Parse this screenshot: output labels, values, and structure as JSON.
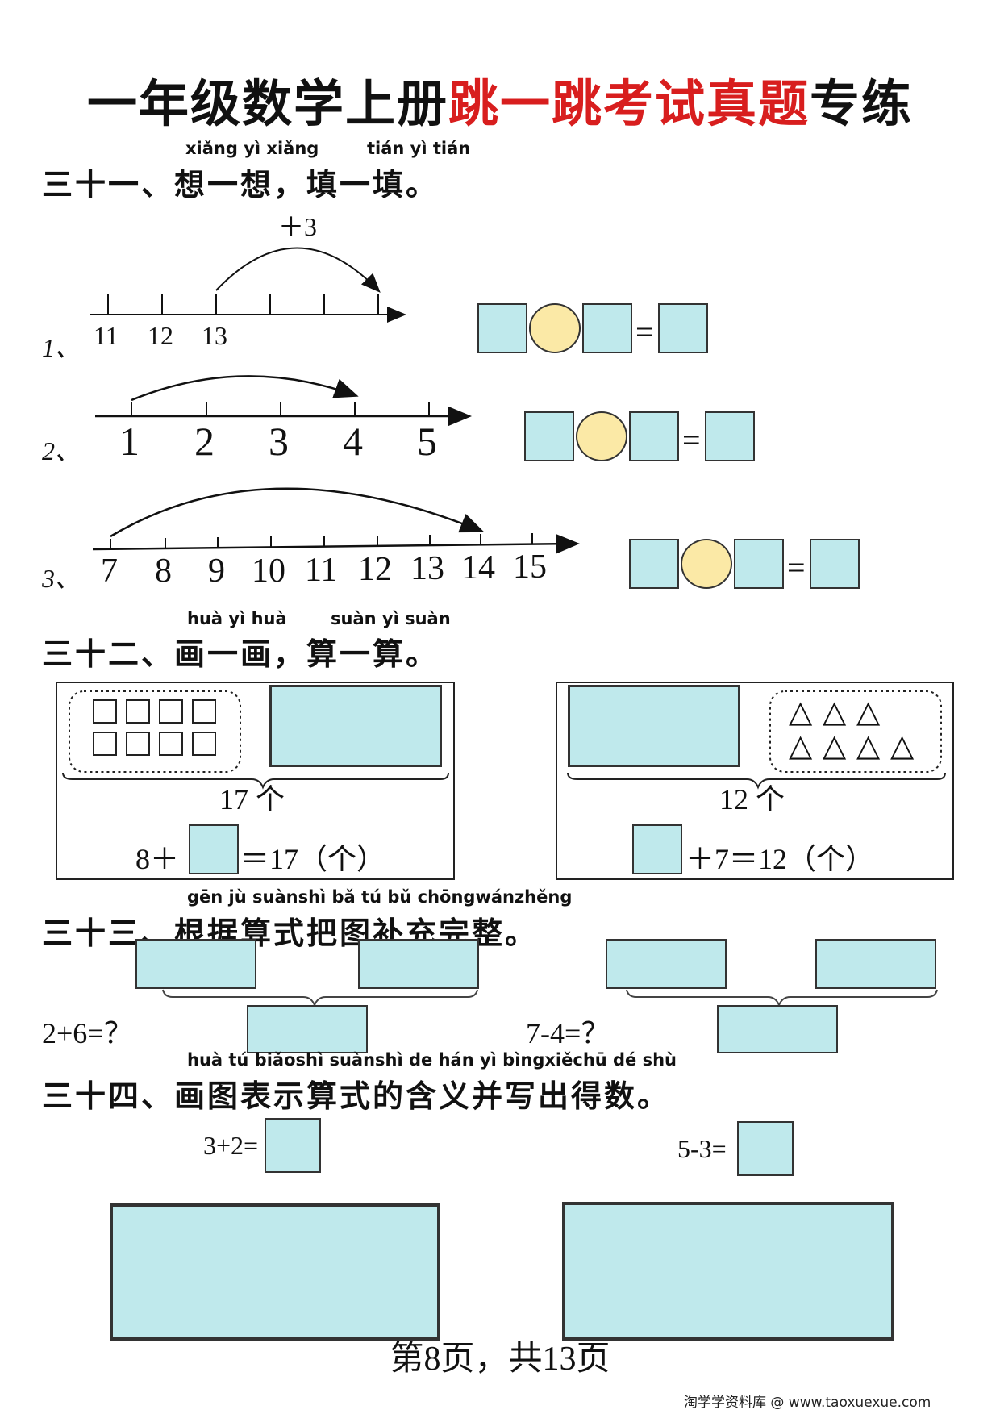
{
  "title": {
    "part1": "一年级数学上册",
    "part2": "跳一跳考试真题",
    "part3": "专练"
  },
  "s31": {
    "pinyin_a": "xiǎng yì xiǎng",
    "pinyin_b": "tián yì tián",
    "heading": "三十一、想一想，填一填。",
    "arc_label": "＋3",
    "rows": [
      {
        "num": "1、",
        "labels": [
          "11",
          "12",
          "13"
        ]
      },
      {
        "num": "2、",
        "labels": [
          "1",
          "2",
          "3",
          "4",
          "5"
        ]
      },
      {
        "num": "3、",
        "labels": [
          "7",
          "8",
          "9",
          "10",
          "11",
          "12",
          "13",
          "14",
          "15"
        ]
      }
    ],
    "equals": "="
  },
  "s32": {
    "pinyin_a": "huà yì huà",
    "pinyin_b": "suàn yì suàn",
    "heading": "三十二、画一画，算一算。",
    "left_total": "17 个",
    "left_eq_pre": "8＋",
    "left_eq_post": "＝17（个）",
    "right_total": "12 个",
    "right_eq_post": "＋7＝12（个）",
    "triangle": "△"
  },
  "s33": {
    "pinyin": "gēn jù suànshì bǎ tú bǔ chōngwánzhěng",
    "heading": "三十三、根据算式把图补充完整。",
    "left_eq": "2+6=？",
    "right_eq": "7-4=？"
  },
  "s34": {
    "pinyin": "huà tú biǎoshì suànshì de hán yì bìngxiěchū dé shù",
    "heading": "三十四、画图表示算式的含义并写出得数。",
    "left_eq": "3+2=",
    "right_eq": "5-3="
  },
  "footer": {
    "page": "第8页，共13页",
    "watermark": "淘学学资料库 @ www.taoxuexue.com"
  },
  "colors": {
    "box_fill": "#bfe9ec",
    "circle_fill": "#fbe9a6",
    "title_red": "#d81e1e"
  }
}
